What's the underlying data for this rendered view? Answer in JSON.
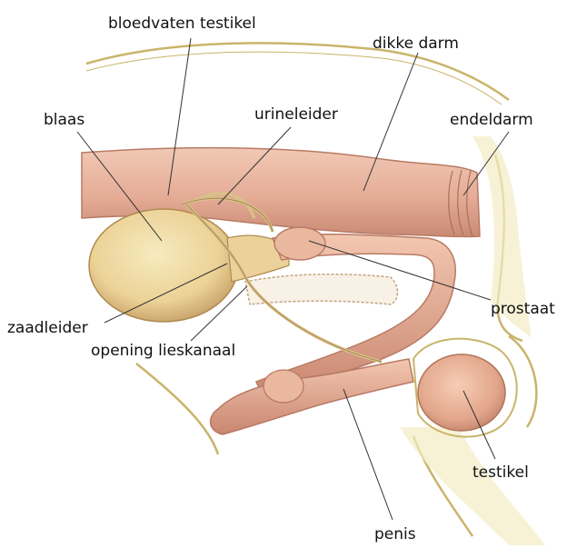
{
  "labels": {
    "bloedvaten_testikel": "bloedvaten testikel",
    "dikke_darm": "dikke darm",
    "blaas": "blaas",
    "urineleider": "urineleider",
    "endeldarm": "endeldarm",
    "prostaat": "prostaat",
    "zaadleider": "zaadleider",
    "opening_lieskanaal": "opening lieskanaal",
    "testikel": "testikel",
    "penis": "penis"
  },
  "colors": {
    "fur_outline": "#c9b46a",
    "fur_fill": "#f4ecc4",
    "organ_pink": "#e9b9a4",
    "organ_shadow": "#c98a72",
    "bladder": "#efd8a0",
    "bladder_shadow": "#c9a66a",
    "leader_line": "#333333"
  }
}
